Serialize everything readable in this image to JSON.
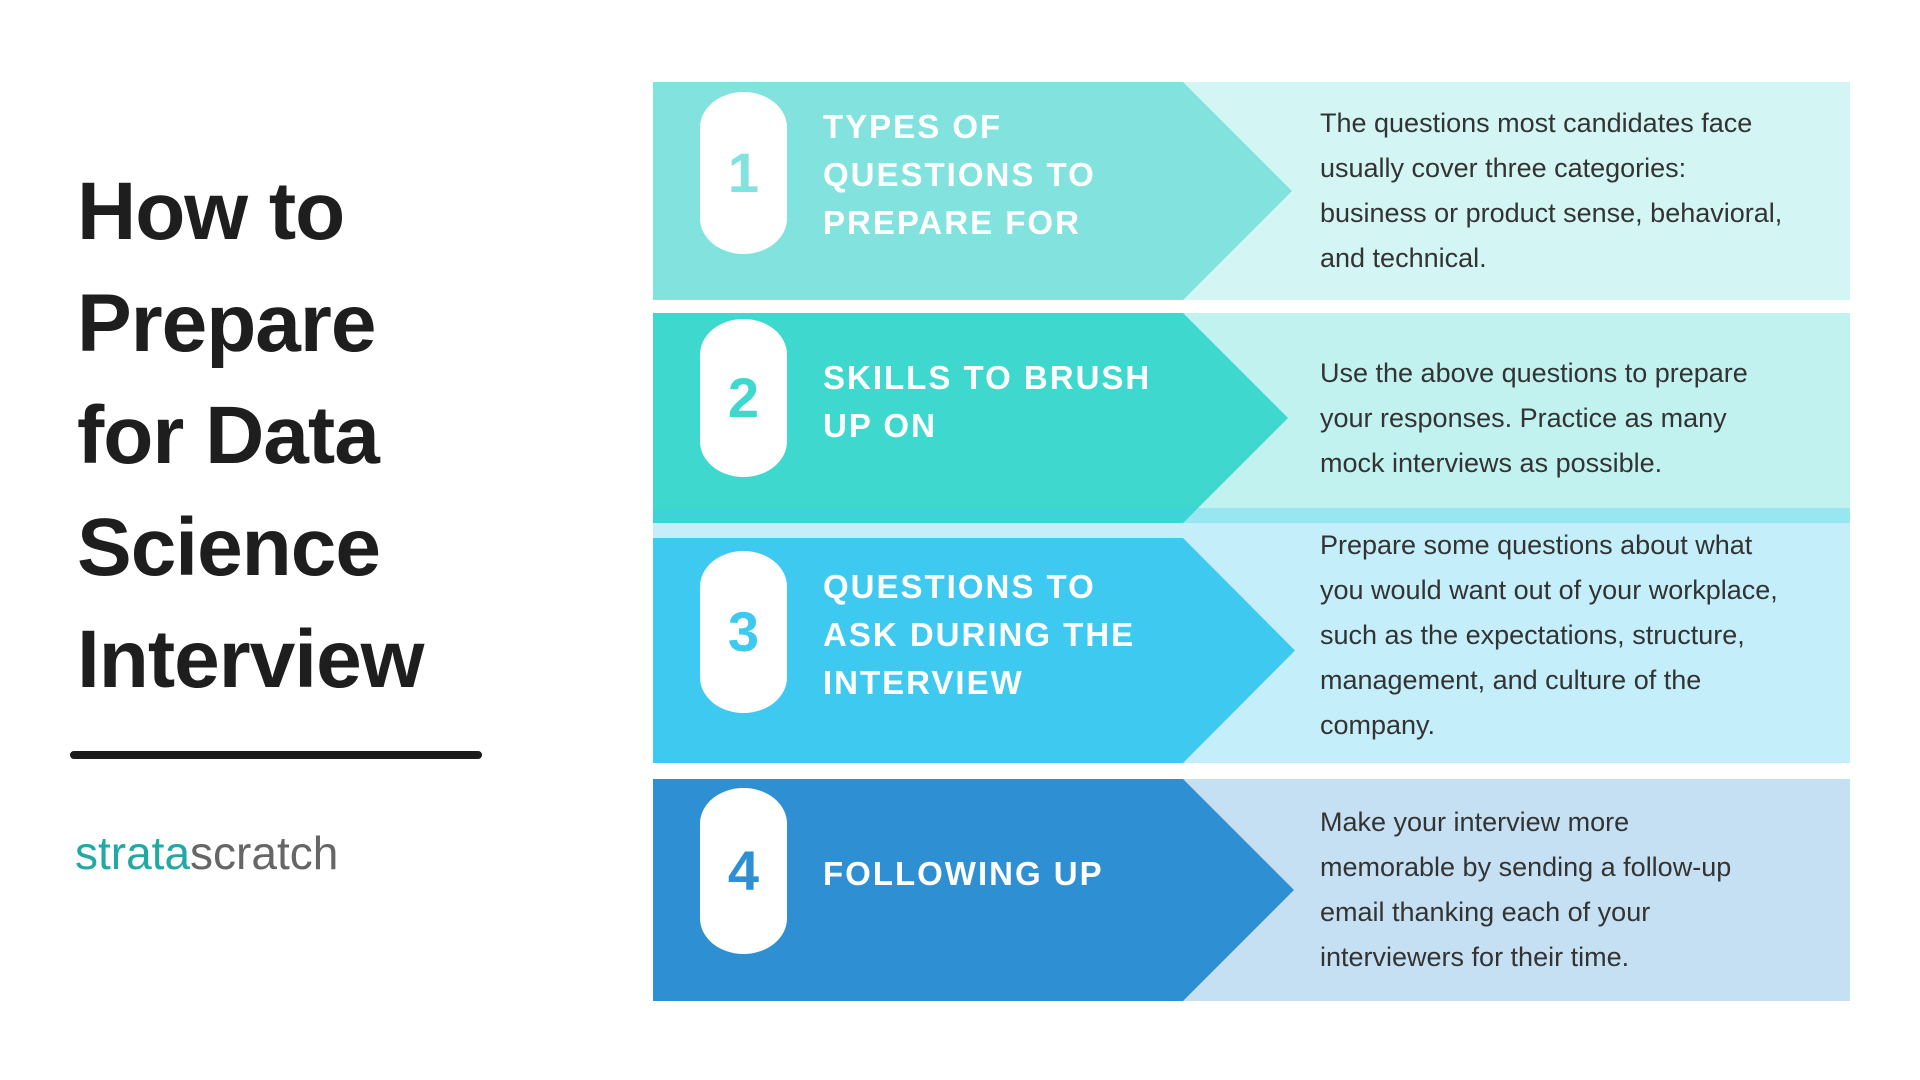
{
  "title": {
    "text": "How to\nPrepare\nfor Data\nScience\nInterview"
  },
  "logo": {
    "part1": "strata",
    "part2": "scratch"
  },
  "steps": [
    {
      "number": "1",
      "heading": "TYPES OF QUESTIONS TO PREPARE FOR",
      "description": "The questions most candidates face usually cover three categories: business or product sense, behavioral, and technical.",
      "banner_color": "#82E3DE",
      "panel_color": "rgba(130,227,222,0.35)",
      "number_color": "#82E3DE"
    },
    {
      "number": "2",
      "heading": "SKILLS TO BRUSH UP ON",
      "description": "Use the above questions to prepare your responses. Practice as many mock interviews as possible.",
      "banner_color": "#3ED8CF",
      "panel_color": "rgba(62,216,207,0.32)",
      "number_color": "#3ED8CF"
    },
    {
      "number": "3",
      "heading": "QUESTIONS TO ASK DURING THE INTERVIEW",
      "description": "Prepare some questions about what you would want out of your workplace, such as the expectations, structure, management, and culture of the company.",
      "banner_color": "#3DC9F0",
      "panel_color": "rgba(61,201,240,0.30)",
      "number_color": "#3DC9F0"
    },
    {
      "number": "4",
      "heading": "FOLLOWING UP",
      "description": "Make your interview more memorable by sending a follow-up email thanking each of your interviewers for their time.",
      "banner_color": "#2E90D2",
      "panel_color": "rgba(46,144,210,0.28)",
      "number_color": "#2E90D2"
    }
  ],
  "colors": {
    "background": "#FFFFFF",
    "title_text": "#1E1E1E",
    "divider": "#1A1A1A",
    "heading_text": "#FFFFFF",
    "description_text": "#333333",
    "logo_strata": "#21A9A4",
    "logo_scratch": "#666666"
  }
}
